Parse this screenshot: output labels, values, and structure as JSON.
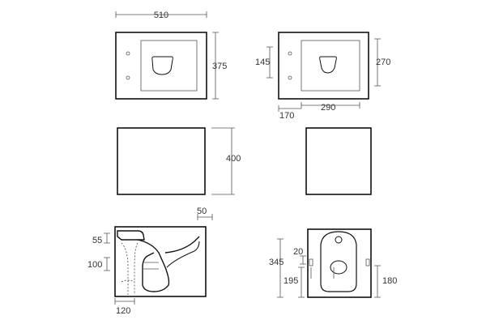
{
  "dimensions": {
    "top_width": "510",
    "top_depth": "375",
    "top_right_hole": "145",
    "top_right_depth": "270",
    "bottom_left_offset": "170",
    "bottom_span": "290",
    "height": "400",
    "outlet_top": "50",
    "outlet_55": "55",
    "outlet_100": "100",
    "outlet_120": "120",
    "rear_345": "345",
    "rear_20": "20",
    "rear_195": "195",
    "rear_180": "180"
  }
}
